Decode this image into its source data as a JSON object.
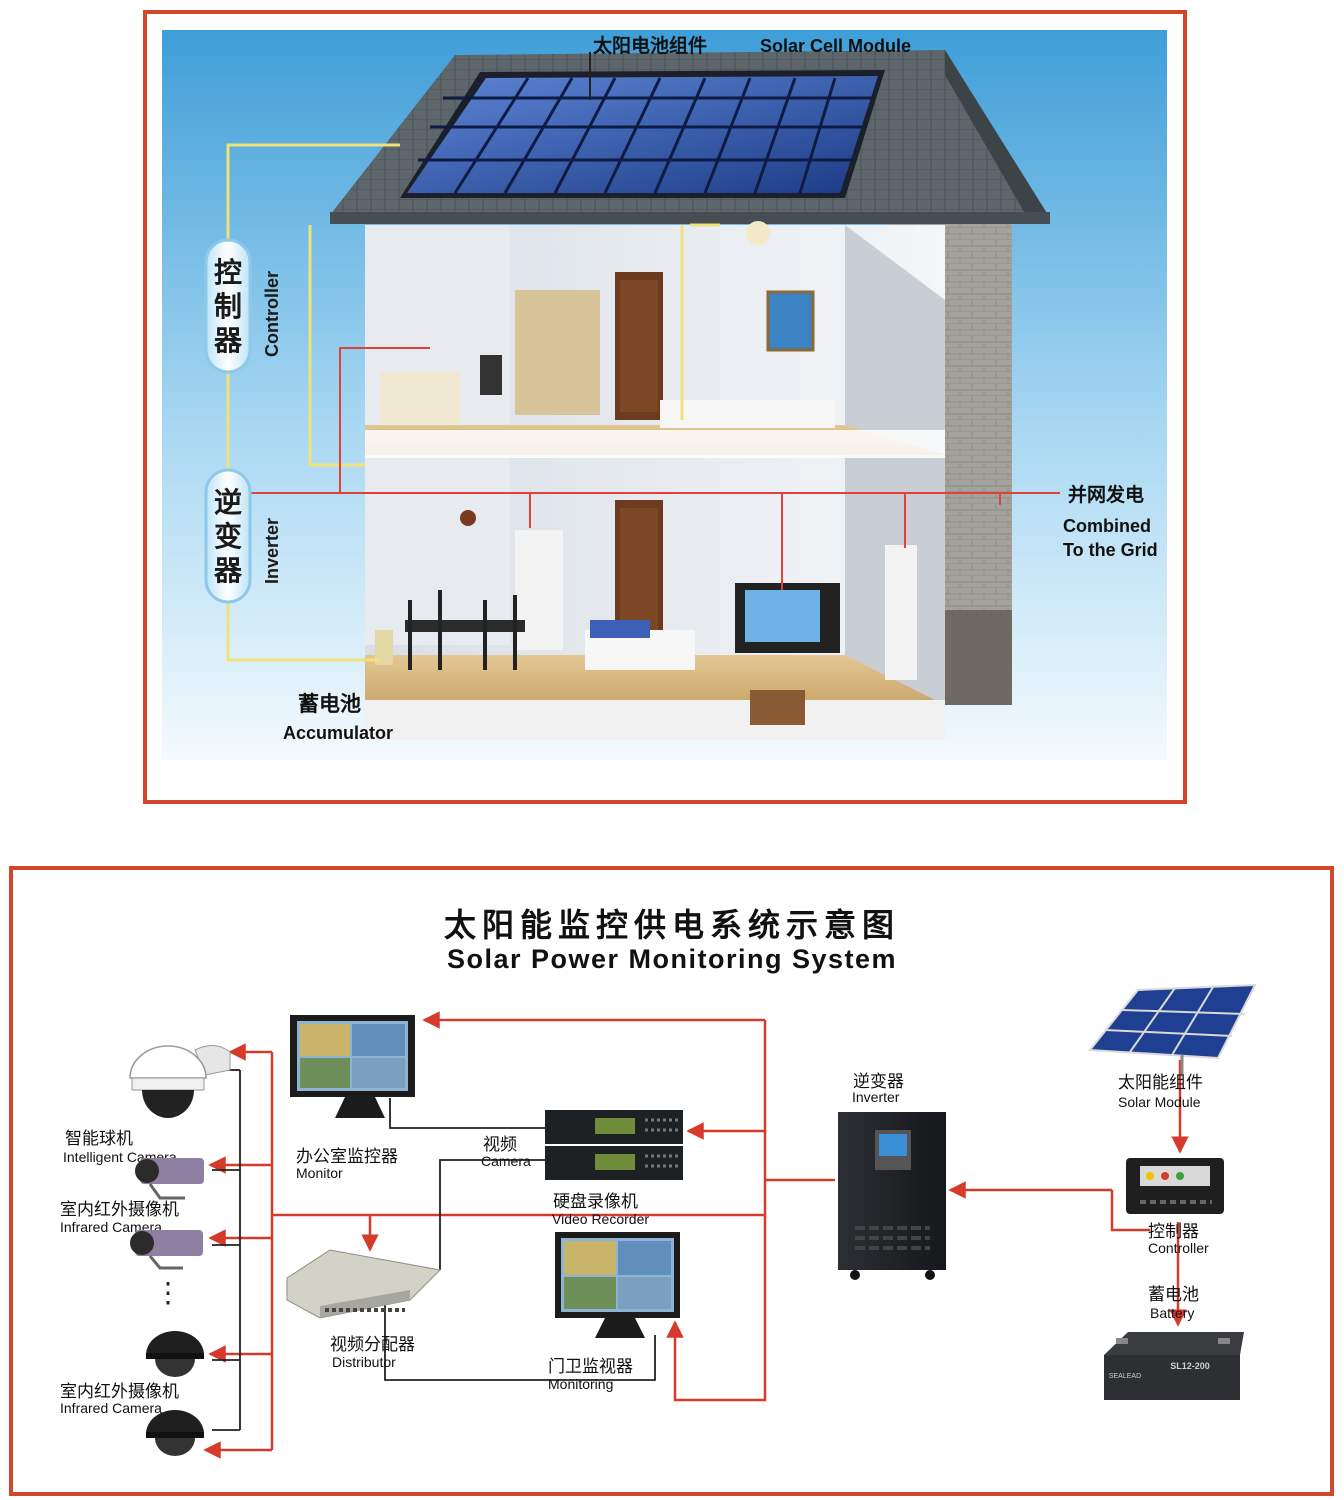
{
  "colors": {
    "frame": "#d2462a",
    "flow": "#d63a2a",
    "wire_yellow": "#f0e27a",
    "sky_top": "#4da6dc",
    "sky_bottom": "#eaf6fc"
  },
  "house_diagram": {
    "solar_module_cn": "太阳电池组件",
    "solar_module_en": "Solar Cell Module",
    "controller_cn": [
      "控",
      "制",
      "器"
    ],
    "controller_en": "Controller",
    "inverter_cn": [
      "逆",
      "变",
      "器"
    ],
    "inverter_en": "Inverter",
    "grid_cn": "并网发电",
    "grid_en_1": "Combined",
    "grid_en_2": "To the Grid",
    "accumulator_cn": "蓄电池",
    "accumulator_en": "Accumulator"
  },
  "monitoring_diagram": {
    "title_cn": "太阳能监控供电系统示意图",
    "title_en": "Solar Power Monitoring System",
    "dome_camera_cn": "智能球机",
    "dome_camera_en": "Intelligent Camera",
    "ir_camera_cn": "室内红外摄像机",
    "ir_camera_en": "Infrared Camera",
    "ellipsis": "⋮",
    "ir_camera2_cn": "室内红外摄像机",
    "ir_camera2_en": "Infrared Camera",
    "office_monitor_cn": "办公室监控器",
    "office_monitor_en": "Monitor",
    "video_camera_cn": "视频",
    "video_camera_en": "Camera",
    "recorder_cn": "硬盘录像机",
    "recorder_en": "Video Recorder",
    "distributor_cn": "视频分配器",
    "distributor_en": "Distributor",
    "gate_monitor_cn": "门卫监视器",
    "gate_monitor_en": "Monitoring",
    "inverter_cn": "逆变器",
    "inverter_en": "Inverter",
    "solar_module_cn": "太阳能组件",
    "solar_module_en": "Solar Module",
    "controller_cn": "控制器",
    "controller_en": "Controller",
    "battery_cn": "蓄电池",
    "battery_en": "Battery",
    "battery_model": "SL12-200",
    "battery_brand": "SEALEAD"
  }
}
